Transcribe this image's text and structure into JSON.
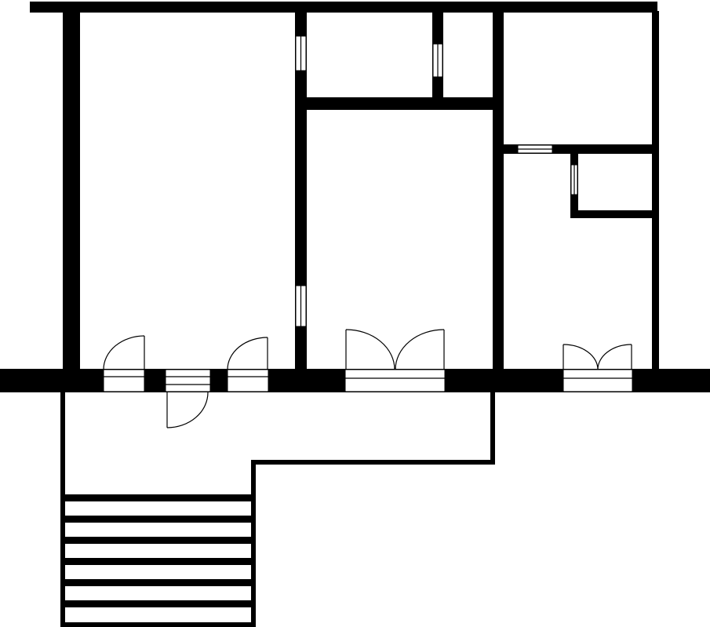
{
  "diagram": {
    "type": "floor-plan",
    "labels": [],
    "colors": {
      "wall": "#000000",
      "background": "#ffffff"
    },
    "rooms": [
      "left-hall",
      "upper-middle-room-a",
      "upper-middle-room-b",
      "middle-room",
      "upper-right-room",
      "small-closet",
      "right-room"
    ],
    "doors": [
      "left-door-1",
      "left-door-2",
      "outer-door",
      "middle-double-door",
      "right-double-door"
    ],
    "windows": [
      "window-1",
      "window-2",
      "window-3",
      "window-4",
      "window-5",
      "window-6"
    ],
    "stairs": {
      "step_count": 6
    }
  }
}
